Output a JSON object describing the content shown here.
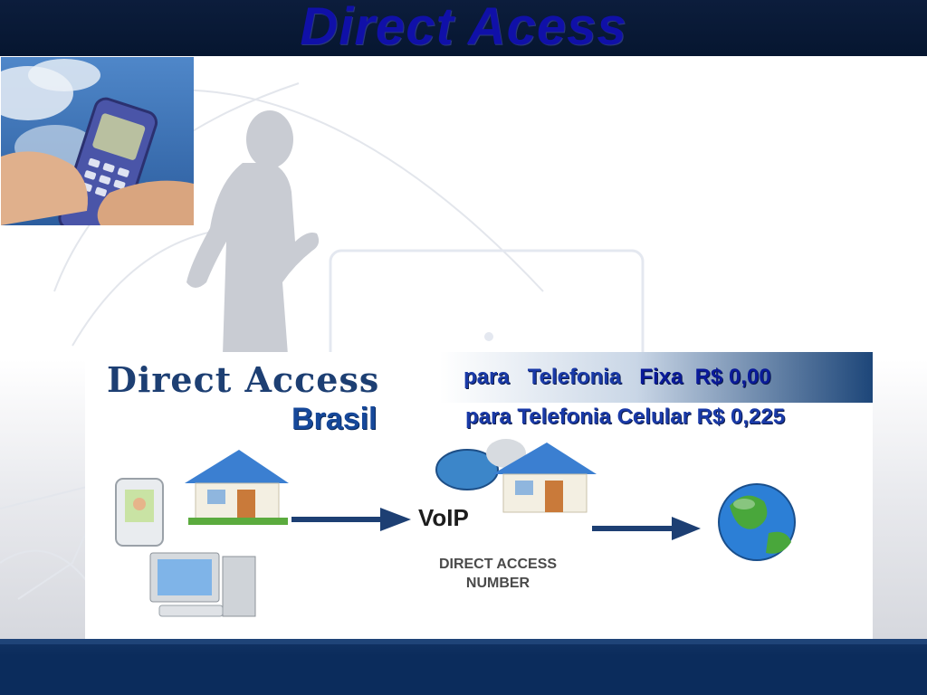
{
  "slide": {
    "title": "Direct Acess"
  },
  "banner": {
    "logo_text": "Direct Access",
    "country": "Brasil",
    "line1_prefix": "para   Telefonia",
    "line1_highlight": "Fixa  R$ 0,00",
    "line2": "para Telefonia Celular R$ 0,225",
    "voip_label": "VoIP",
    "diagram_caption_1": "DIRECT ACCESS",
    "diagram_caption_2": "NUMBER"
  },
  "colors": {
    "top_bar": "#061630",
    "bottom_bar": "#0b2c5c",
    "title_text": "#1010a8",
    "price_text": "#1a3aa8",
    "logo_text": "#1d3f73"
  },
  "icons": [
    "phone-photo",
    "runner-silhouette",
    "mobile-phone-icon",
    "house-icon",
    "computer-icon",
    "arrow-icon",
    "voip-server-icon",
    "globe-icon"
  ]
}
